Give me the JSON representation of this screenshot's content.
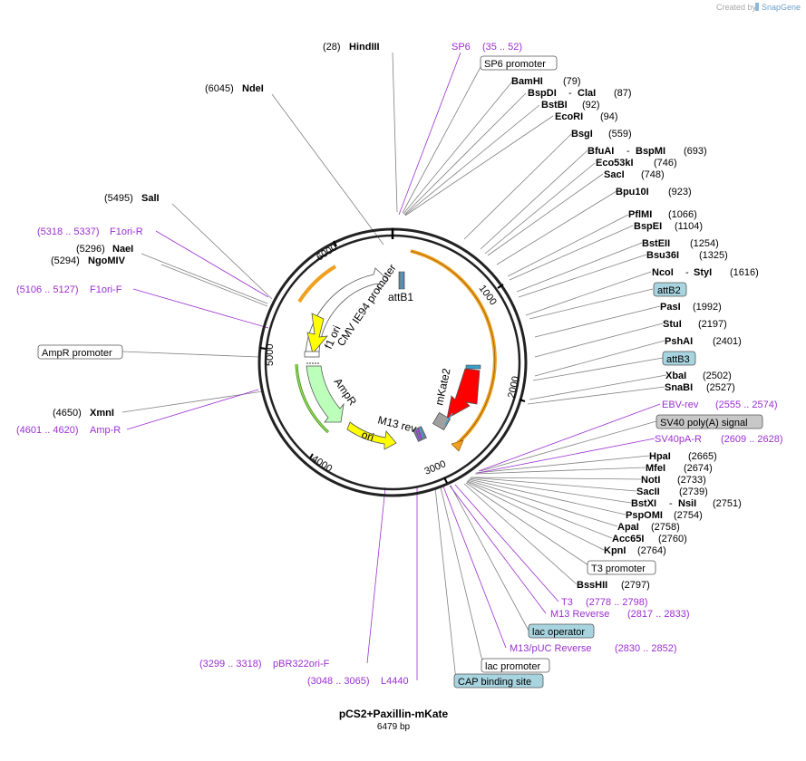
{
  "credit": {
    "text": "Created by",
    "brand": "SnapGene"
  },
  "plasmid": {
    "name": "pCS2+Paxillin-mKate",
    "size_label": "6479 bp"
  },
  "ticks": [
    "1000",
    "2000",
    "3000",
    "4000",
    "5000",
    "6000"
  ],
  "features": {
    "attB1": "attB1",
    "cmv": "CMV IE94 promoter",
    "f1ori": "f1 ori",
    "ampr": "AmpR",
    "ori": "ori",
    "m13rev": "M13 rev",
    "mkate2": "mKate2"
  },
  "right_labels": [
    {
      "pos": "(79)",
      "name": "BamHI"
    },
    {
      "pos": "(87)",
      "name": "BspDI",
      "name2": "ClaI"
    },
    {
      "pos": "(92)",
      "name": "BstBI"
    },
    {
      "pos": "(94)",
      "name": "EcoRI"
    },
    {
      "pos": "(559)",
      "name": "BsgI"
    },
    {
      "pos": "(693)",
      "name": "BfuAI",
      "name2": "BspMI"
    },
    {
      "pos": "(746)",
      "name": "Eco53kI"
    },
    {
      "pos": "(748)",
      "name": "SacI"
    },
    {
      "pos": "(923)",
      "name": "Bpu10I"
    },
    {
      "pos": "(1066)",
      "name": "PflMI"
    },
    {
      "pos": "(1104)",
      "name": "BspEI"
    },
    {
      "pos": "(1254)",
      "name": "BstEII"
    },
    {
      "pos": "(1325)",
      "name": "Bsu36I"
    },
    {
      "pos": "(1616)",
      "name": "NcoI",
      "name2": "StyI"
    },
    {
      "pos": "(1992)",
      "name": "PasI"
    },
    {
      "pos": "(2197)",
      "name": "StuI"
    },
    {
      "pos": "(2401)",
      "name": "PshAI"
    },
    {
      "pos": "(2502)",
      "name": "XbaI"
    },
    {
      "pos": "(2527)",
      "name": "SnaBI"
    },
    {
      "pos": "(2665)",
      "name": "HpaI"
    },
    {
      "pos": "(2674)",
      "name": "MfeI"
    },
    {
      "pos": "(2733)",
      "name": "NotI"
    },
    {
      "pos": "(2739)",
      "name": "SacII"
    },
    {
      "pos": "(2751)",
      "name": "BstXI",
      "name2": "NsiI"
    },
    {
      "pos": "(2754)",
      "name": "PspOMI"
    },
    {
      "pos": "(2758)",
      "name": "ApaI"
    },
    {
      "pos": "(2760)",
      "name": "Acc65I"
    },
    {
      "pos": "(2764)",
      "name": "KpnI"
    },
    {
      "pos": "(2797)",
      "name": "BssHII"
    }
  ],
  "left_labels": [
    {
      "pos": "(28)",
      "name": "HindIII"
    },
    {
      "pos": "(6045)",
      "name": "NdeI"
    },
    {
      "pos": "(5495)",
      "name": "SalI"
    },
    {
      "pos": "(5296)",
      "name": "NaeI"
    },
    {
      "pos": "(5294)",
      "name": "NgoMIV"
    },
    {
      "pos": "(4650)",
      "name": "XmnI"
    }
  ],
  "primers": [
    {
      "name": "SP6",
      "range": "(35 .. 52)"
    },
    {
      "name": "EBV-rev",
      "range": "(2555 .. 2574)"
    },
    {
      "name": "SV40pA-R",
      "range": "(2609 .. 2628)"
    },
    {
      "name": "T3",
      "range": "(2778 .. 2798)"
    },
    {
      "name": "M13 Reverse",
      "range": "(2817 .. 2833)"
    },
    {
      "name": "M13/pUC Reverse",
      "range": "(2830 .. 2852)"
    },
    {
      "name": "pBR322ori-F",
      "range": "(3299 .. 3318)"
    },
    {
      "name": "L4440",
      "range": "(3048 .. 3065)"
    },
    {
      "name": "F1ori-R",
      "range": "(5318 .. 5337)"
    },
    {
      "name": "F1ori-F",
      "range": "(5106 .. 5127)"
    },
    {
      "name": "Amp-R",
      "range": "(4601 .. 4620)"
    }
  ],
  "boxed_labels": {
    "sp6_promoter": "SP6 promoter",
    "attB2": "attB2",
    "attB3": "attB3",
    "sv40": "SV40 poly(A) signal",
    "t3_promoter": "T3 promoter",
    "lac_operator": "lac operator",
    "lac_promoter": "lac promoter",
    "cap_site": "CAP binding site",
    "ampr_promoter": "AmpR promoter"
  },
  "colors": {
    "primer": "#9b30d0",
    "connector": "#808080",
    "orf_orange": "#f0a020",
    "yellow": "#ffff00",
    "mkate_red": "#ff0000",
    "ampr_green": "#bbffbb",
    "box_blue": "#a8d4e0",
    "box_gray": "#c8c8c8"
  }
}
